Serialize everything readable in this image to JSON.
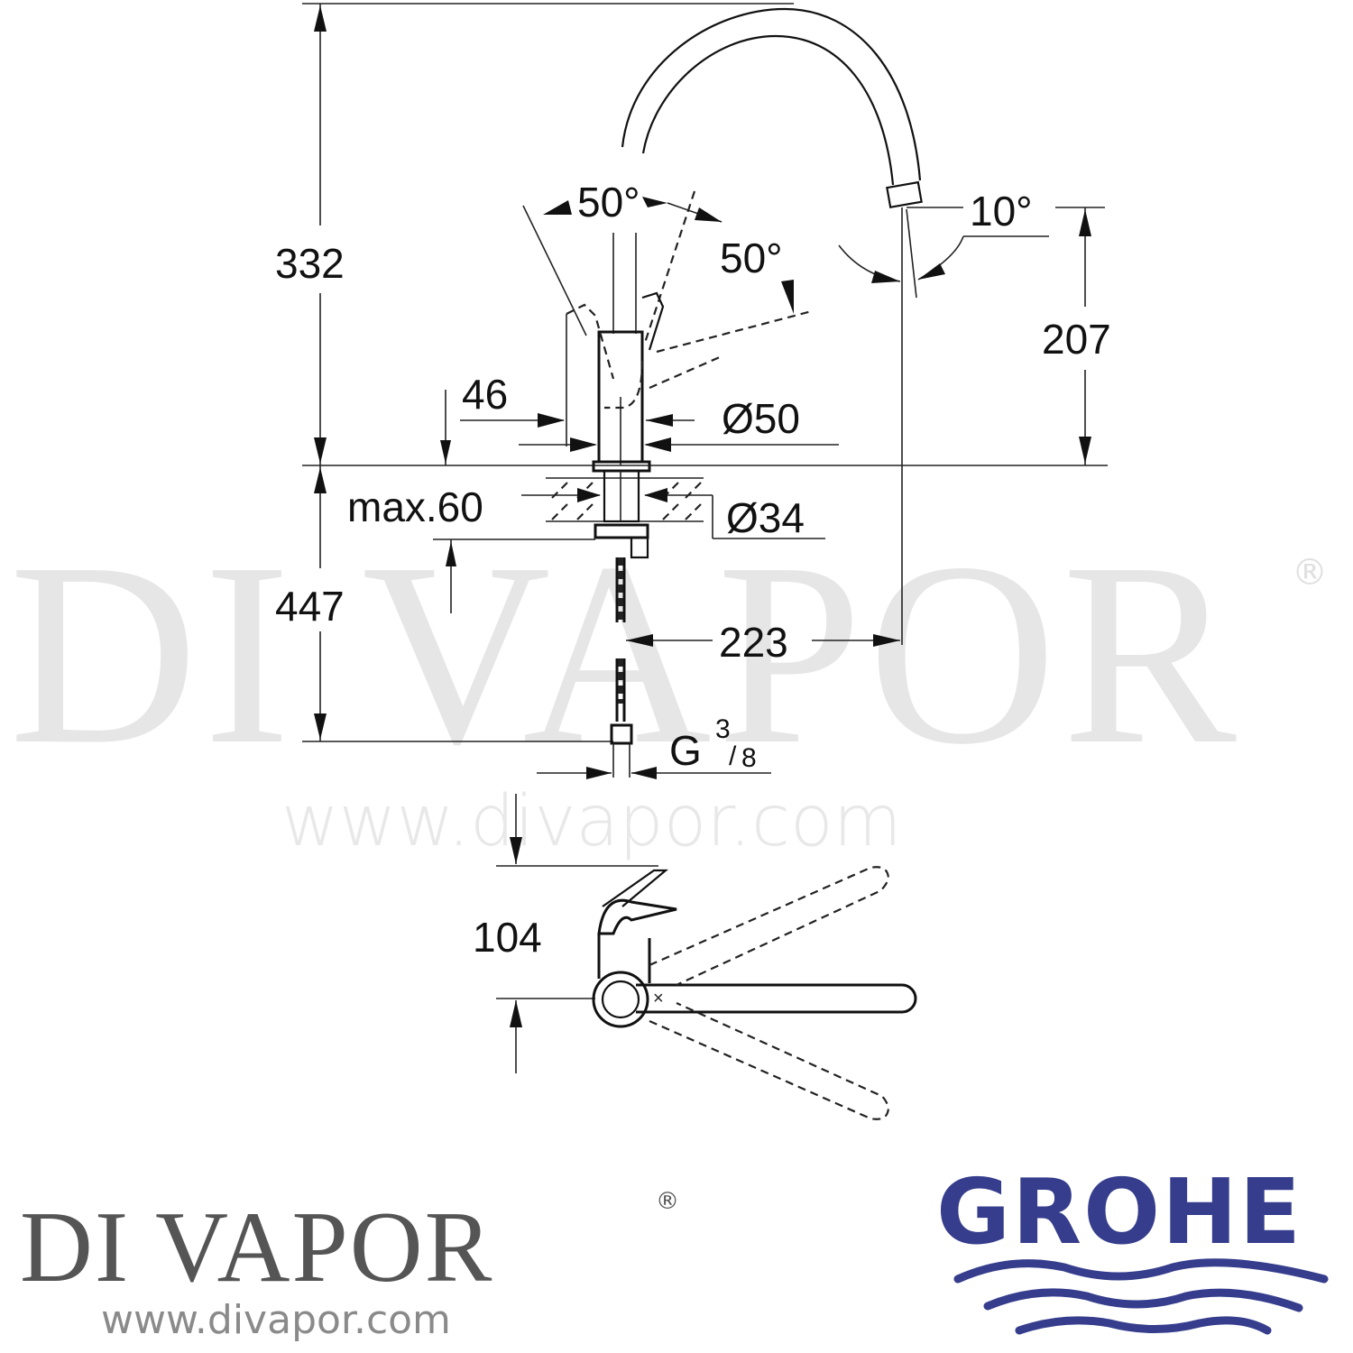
{
  "watermark": {
    "brand": "DI VAPOR",
    "registered": "®",
    "url": "www.divapor.com"
  },
  "dimensions": {
    "total_height": "332",
    "spout_height": "207",
    "lever_angle_left": "50°",
    "lever_angle_right": "50°",
    "spout_swivel": "10°",
    "body_offset": "46",
    "body_diameter": "Ø50",
    "deck_thickness": "max.60",
    "hole_diameter": "Ø34",
    "hose_length": "447",
    "spout_reach": "223",
    "connection_thread_prefix": "G",
    "connection_thread_num": "3",
    "connection_thread_den": "8",
    "handle_clearance": "104"
  },
  "footer": {
    "divapor_logo": "DI VAPOR",
    "divapor_reg": "®",
    "divapor_url": "www.divapor.com",
    "manufacturer_logo": "GROHE"
  },
  "colors": {
    "grohe_blue": "#353d8c",
    "divapor_gray": "#555555",
    "line": "#111111",
    "watermark": "#e6e6e6"
  }
}
